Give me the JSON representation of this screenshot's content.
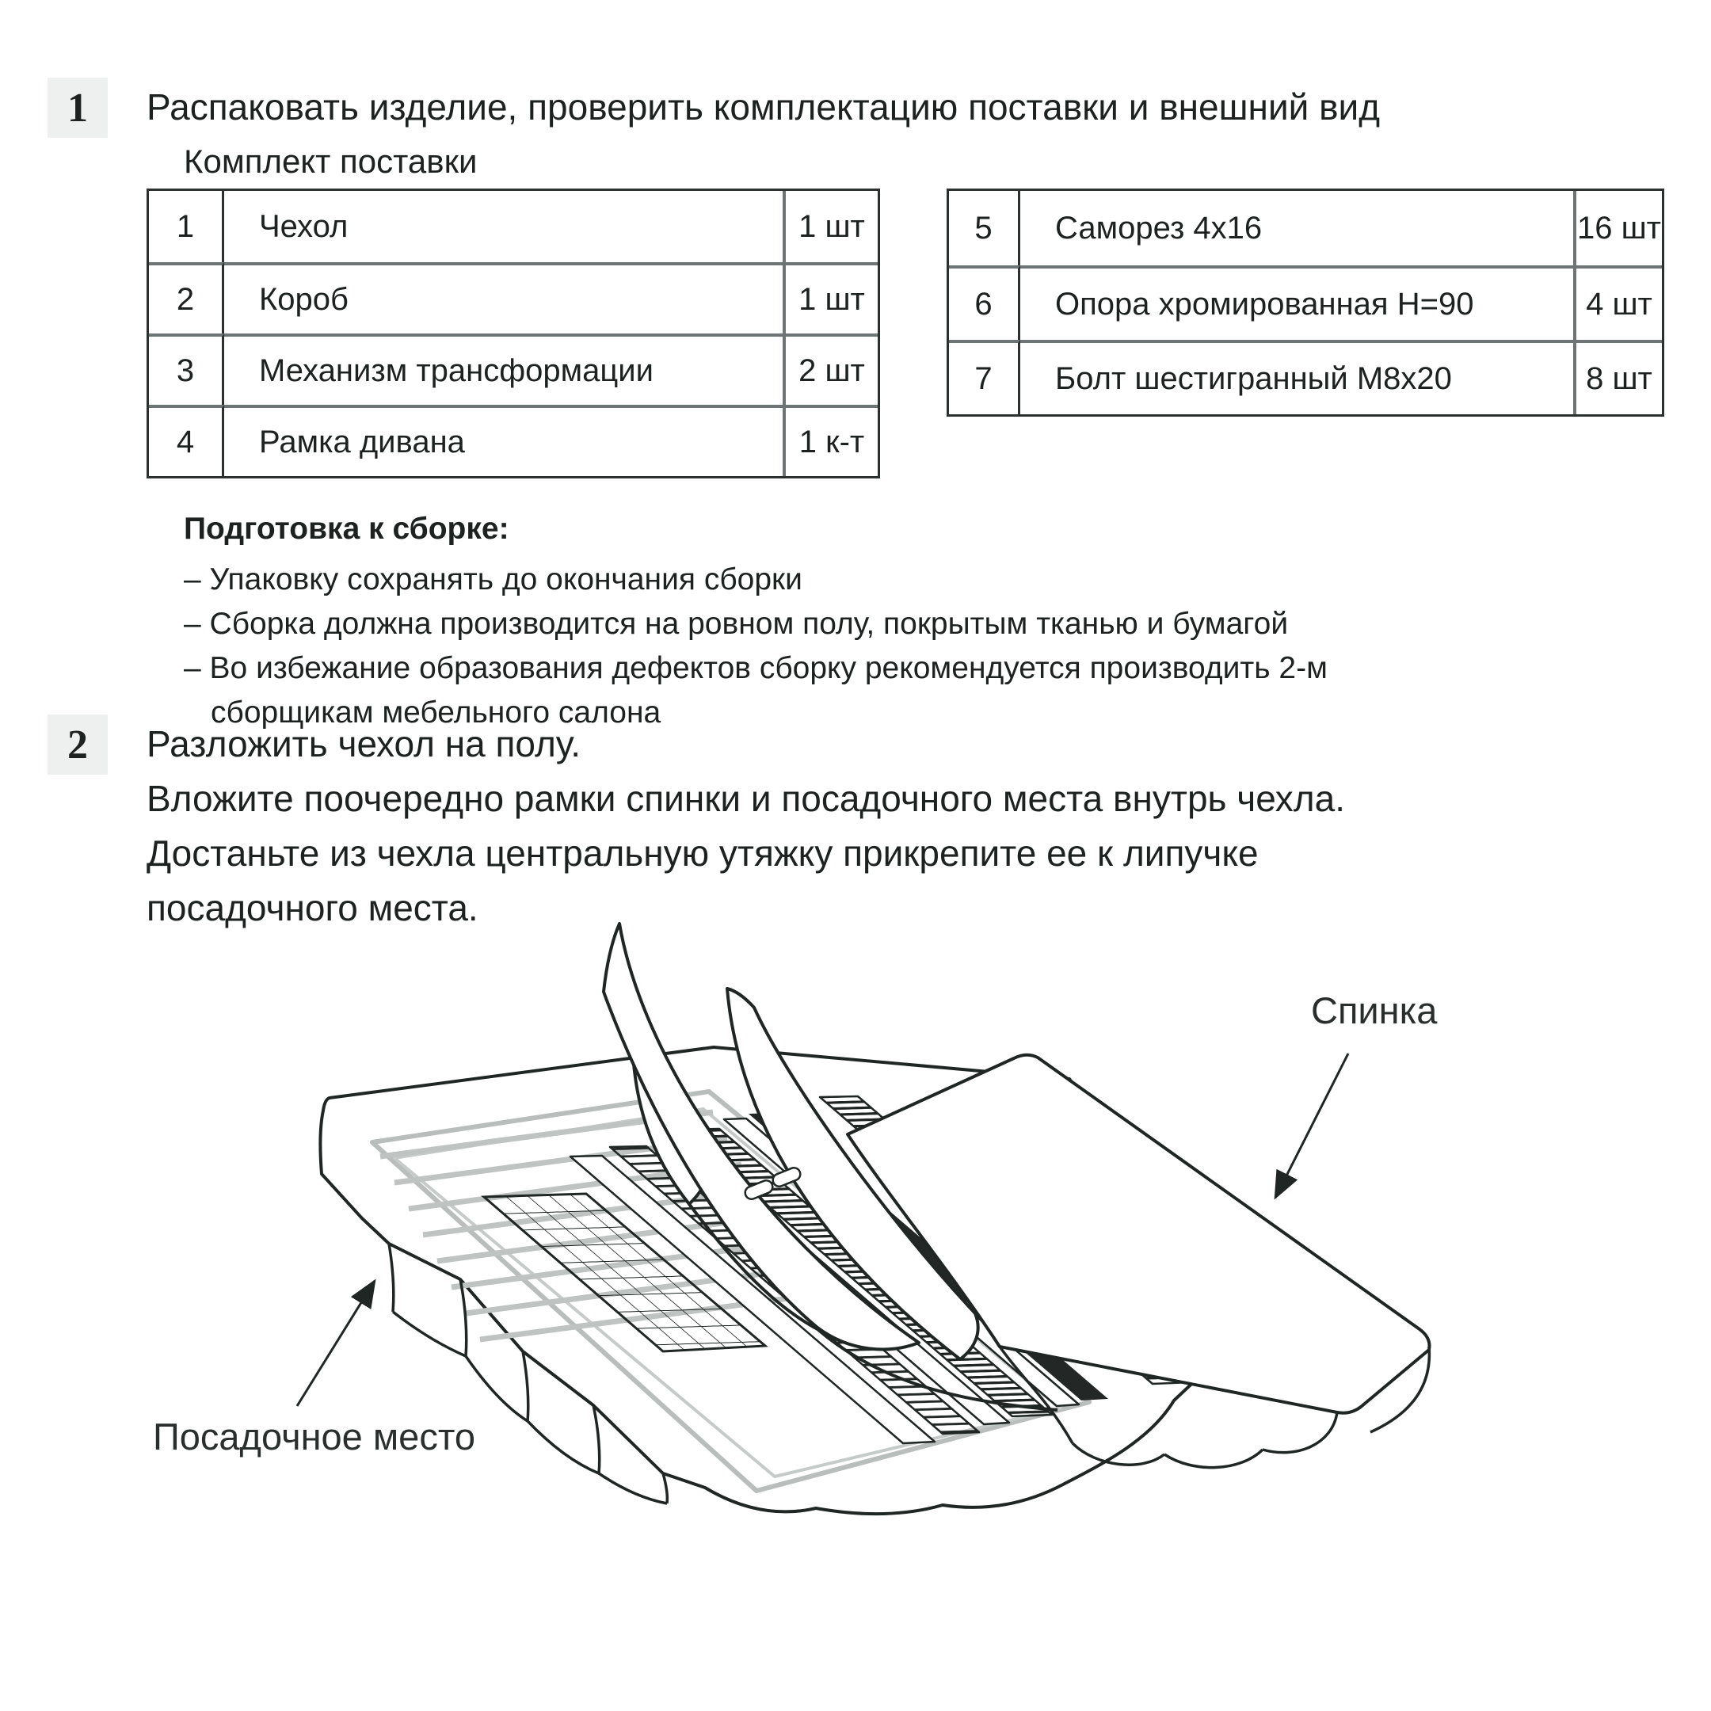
{
  "page": {
    "background": "#ffffff",
    "text_color": "#1d2220",
    "line_art_color": "#202624",
    "light_gray": "#b9bdbc",
    "separator_gray": "#6d7473",
    "step_box_bg": "#edf0ee"
  },
  "step1": {
    "number": "1",
    "title": "Распаковать изделие, проверить комплектацию поставки и внешний вид",
    "subtitle": "Комплект поставки",
    "kit_table_left": {
      "rows": [
        {
          "num": "1",
          "name": "Чехол",
          "qty": "1 шт"
        },
        {
          "num": "2",
          "name": "Короб",
          "qty": "1 шт"
        },
        {
          "num": "3",
          "name": "Механизм трансформации",
          "qty": "2 шт"
        },
        {
          "num": "4",
          "name": "Рамка дивана",
          "qty": "1 к-т"
        }
      ]
    },
    "kit_table_right": {
      "rows": [
        {
          "num": "5",
          "name": "Саморез 4х16",
          "qty": "16 шт"
        },
        {
          "num": "6",
          "name": "Опора хромированная Н=90",
          "qty": "4 шт"
        },
        {
          "num": "7",
          "name": "Болт шестигранный М8х20",
          "qty": "8 шт"
        }
      ]
    },
    "preparation": {
      "heading": "Подготовка к сборке:",
      "items": [
        "– Упаковку сохранять до окончания сборки",
        "– Сборка должна производится на ровном полу, покрытым тканью и бумагой",
        "– Во избежание образования дефектов сборку рекомендуется производить 2-м сборщикам мебельного салона"
      ]
    }
  },
  "step2": {
    "number": "2",
    "lines": [
      "Разложить чехол на полу.",
      "Вложите поочередно рамки спинки и посадочного места внутрь чехла.",
      "Достаньте из чехла центральную утяжку прикрепите ее к липучке",
      "посадочного места."
    ]
  },
  "diagram": {
    "labels": {
      "back": "Спинка",
      "seat": "Посадочное место"
    }
  }
}
